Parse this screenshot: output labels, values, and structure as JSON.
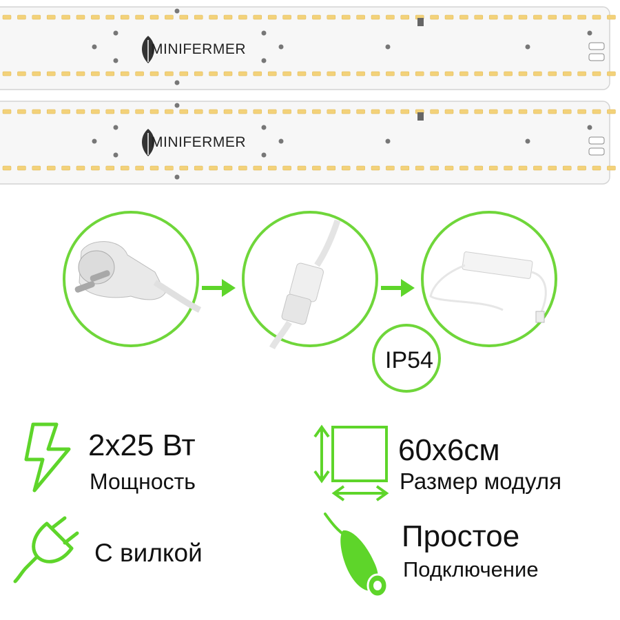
{
  "brand": {
    "logo_text": "MINIFERMER"
  },
  "colors": {
    "accent_green": "#5ed52a",
    "led_warm": "#f3d27a",
    "board": "#f7f7f7"
  },
  "connection": {
    "ip_rating": "IP54"
  },
  "features": {
    "power": {
      "value": "2x25 Вт",
      "label": "Мощность",
      "icon": "lightning-icon"
    },
    "size": {
      "value": "60x6см",
      "label": "Размер модуля",
      "icon": "dimensions-icon"
    },
    "plug": {
      "label": "С вилкой",
      "icon": "plug-icon"
    },
    "connect": {
      "value": "Простое",
      "label": "Подключение",
      "icon": "connector-icon"
    }
  }
}
